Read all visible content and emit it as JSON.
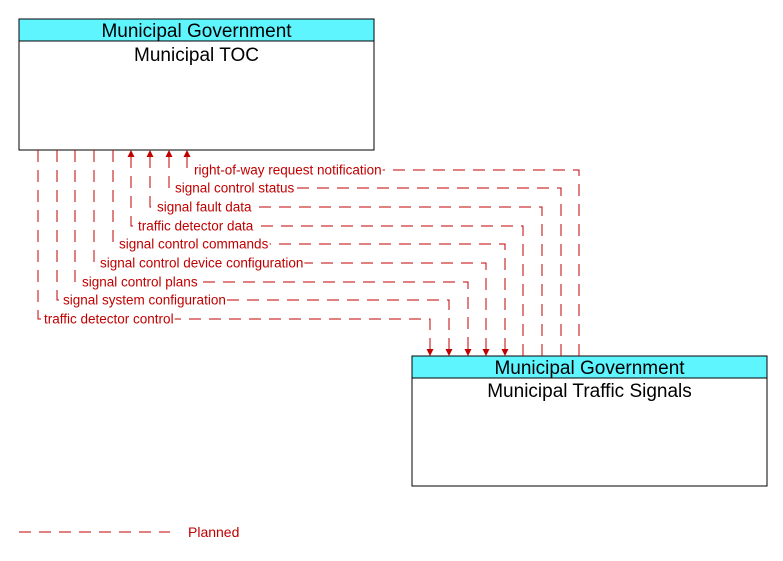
{
  "colors": {
    "header_fill": "#5ff5ff",
    "flow": "#c00000",
    "border": "#000000"
  },
  "boxes": {
    "toc": {
      "header": "Municipal Government",
      "title": "Municipal TOC"
    },
    "signals": {
      "header": "Municipal Government",
      "title": "Municipal Traffic Signals"
    }
  },
  "flows": [
    {
      "label": "right-of-way request notification",
      "direction": "to-toc",
      "status": "planned"
    },
    {
      "label": "signal control status",
      "direction": "to-toc",
      "status": "planned"
    },
    {
      "label": "signal fault data",
      "direction": "to-toc",
      "status": "planned"
    },
    {
      "label": "traffic detector data",
      "direction": "to-toc",
      "status": "planned"
    },
    {
      "label": "signal control commands",
      "direction": "to-signals",
      "status": "planned"
    },
    {
      "label": "signal control device configuration",
      "direction": "to-signals",
      "status": "planned"
    },
    {
      "label": "signal control plans",
      "direction": "to-signals",
      "status": "planned"
    },
    {
      "label": "signal system configuration",
      "direction": "to-signals",
      "status": "planned"
    },
    {
      "label": "traffic detector control",
      "direction": "to-signals",
      "status": "planned"
    }
  ],
  "legend": {
    "planned_label": "Planned"
  }
}
